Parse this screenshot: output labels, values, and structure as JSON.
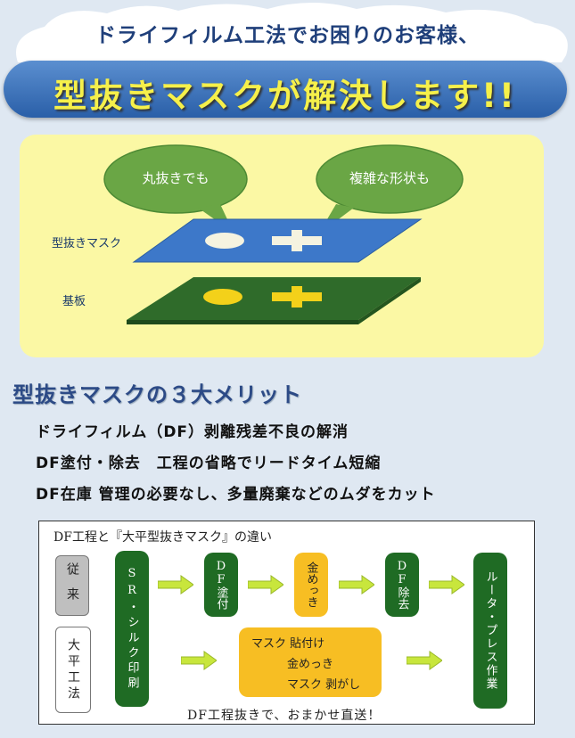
{
  "header": {
    "top_text": "ドライフィルム工法でお困りのお客様、",
    "headline": "型抜きマスクが解決します!!"
  },
  "illustration": {
    "bubble_left": "丸抜きでも",
    "bubble_right": "複雑な形状も",
    "label_mask": "型抜きマスク",
    "label_substrate": "基板",
    "colors": {
      "panel": "#fbf8a4",
      "bubble": "#6aa645",
      "mask": "#3d78c9",
      "substrate": "#2f6b2a",
      "shape": "#f3d11a"
    }
  },
  "merits": {
    "title": "型抜きマスクの３大メリット",
    "items": [
      "ドライフィルム（DF）剥離残差不良の解消",
      "DF塗付・除去　工程の省略でリードタイム短縮",
      "DF在庫 管理の必要なし、多量廃棄などのムダをカット"
    ]
  },
  "comparison": {
    "title": "DF工程と『大平型抜きマスク』の違い",
    "row_conventional": "従来",
    "row_ohira": "大平工法",
    "step_sr": "SR・シルク印刷",
    "step_df_coat": "DF塗付",
    "step_gold": "金めっき",
    "step_df_remove": "DF除去",
    "step_router": "ルータ・プレス作業",
    "ohira_steps": [
      "マスク 貼付け",
      "金めっき",
      "マスク 剥がし"
    ],
    "footer": "DF工程抜きで、おまかせ直送！"
  }
}
